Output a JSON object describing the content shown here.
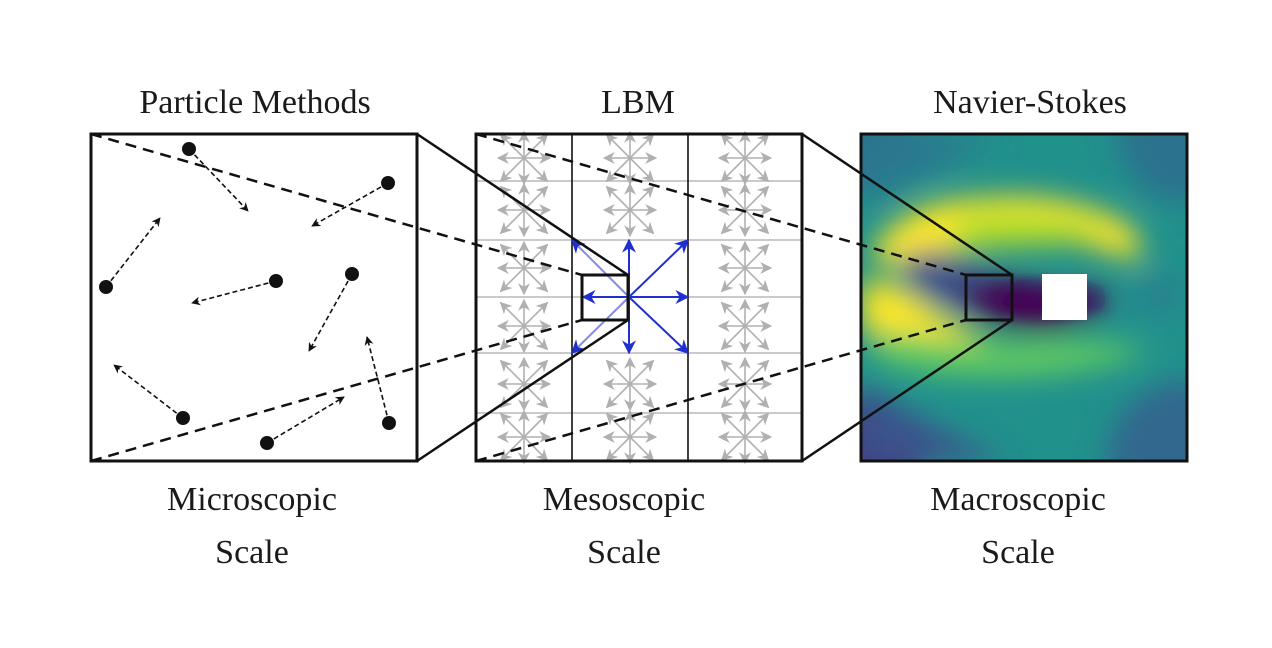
{
  "panels": [
    {
      "title": "Particle Methods",
      "scale_line1": "Microscopic",
      "scale_line2": "Scale"
    },
    {
      "title": "LBM",
      "scale_line1": "Mesoscopic",
      "scale_line2": "Scale"
    },
    {
      "title": "Navier-Stokes",
      "scale_line1": "Macroscopic",
      "scale_line2": "Scale"
    }
  ],
  "colors": {
    "outline": "#111111",
    "lbm_grid": "#b0b0b0",
    "lbm_highlight": "#1f2fd0",
    "viridis_low": "#440154",
    "viridis_mid": "#21918c",
    "viridis_high": "#fde725"
  }
}
